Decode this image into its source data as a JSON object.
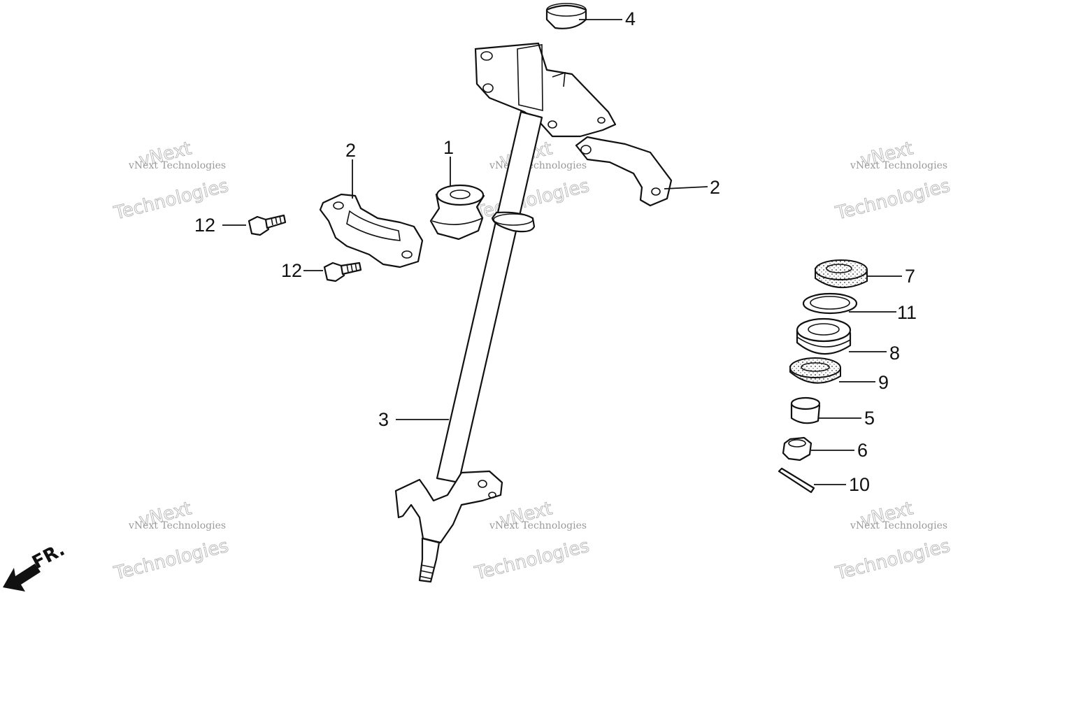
{
  "watermark": {
    "line1": "vNext Technologies",
    "line2": "vNext",
    "line3": "Technologies"
  },
  "direction_label": "FR.",
  "callouts": {
    "c1": "1",
    "c2a": "2",
    "c2b": "2",
    "c3": "3",
    "c4": "4",
    "c5": "5",
    "c6": "6",
    "c7": "7",
    "c8": "8",
    "c9": "9",
    "c10": "10",
    "c11": "11",
    "c12a": "12",
    "c12b": "12"
  }
}
